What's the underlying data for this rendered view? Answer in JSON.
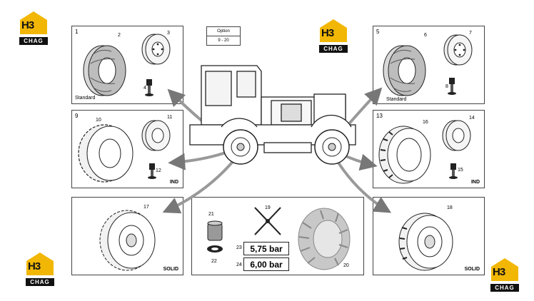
{
  "brand": {
    "name": "H3",
    "sub": "CHAG",
    "accent": "#f2b705"
  },
  "option": {
    "label": "Option",
    "range": "9 - 20"
  },
  "panels": [
    {
      "number": "1",
      "note": "Standard",
      "callouts": [
        "2",
        "3",
        "4"
      ]
    },
    {
      "number": "5",
      "note": "Standard",
      "callouts": [
        "6",
        "7",
        "8"
      ]
    },
    {
      "number": "9",
      "corner": "IND",
      "callouts": [
        "10",
        "11",
        "12"
      ]
    },
    {
      "number": "13",
      "corner": "IND",
      "callouts": [
        "16",
        "14",
        "15"
      ]
    },
    {
      "corner": "SOLID",
      "callouts": [
        "17"
      ]
    },
    {
      "corner": "SOLID",
      "callouts": [
        "18"
      ]
    },
    {
      "callouts": [
        "21",
        "22",
        "19",
        "23",
        "24",
        "20"
      ]
    }
  ],
  "pressures": [
    {
      "callout": "23",
      "value": "5,75 bar"
    },
    {
      "callout": "24",
      "value": "6,00 bar"
    }
  ],
  "icons": [
    "tire-icon",
    "rim-icon",
    "valve-icon",
    "wrench-icon",
    "tire-chain-icon",
    "truck-illustration"
  ]
}
